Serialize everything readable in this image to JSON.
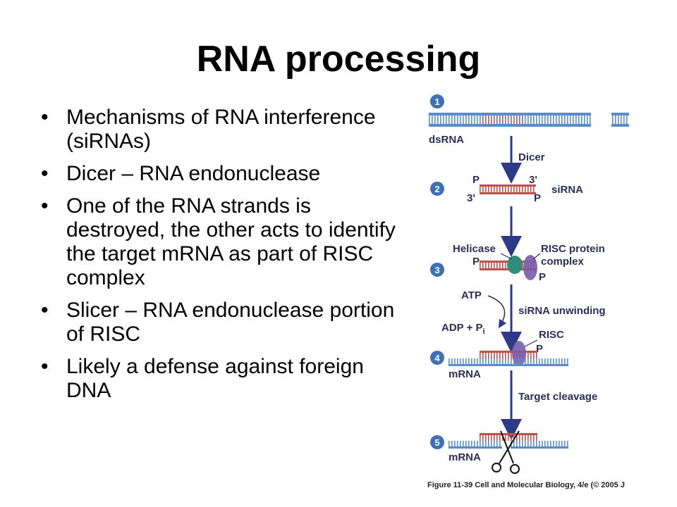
{
  "slide": {
    "title": "RNA processing",
    "bullets": [
      "Mechanisms of RNA interference (siRNAs)",
      "Dicer – RNA endonuclease",
      "One of the RNA strands is destroyed, the other acts to identify the target mRNA as part of RISC complex",
      "Slicer – RNA endonuclease portion of RISC",
      "Likely a defense against foreign DNA"
    ],
    "bullet_glyph": "•"
  },
  "figure": {
    "steps": [
      "1",
      "2",
      "3",
      "4",
      "5"
    ],
    "labels": {
      "dsrna": "dsRNA",
      "dicer": "Dicer",
      "p": "P",
      "three_prime": "3'",
      "sirna": "siRNA",
      "helicase": "Helicase",
      "risc_protein": "RISC protein",
      "complex": "complex",
      "atp": "ATP",
      "adp": "ADP + P",
      "adp_sub": "i",
      "sirna_unwinding": "siRNA unwinding",
      "risc": "RISC",
      "mrna": "mRNA",
      "target_cleavage": "Target cleavage"
    },
    "caption": "Figure 11-39  Cell and Molecular Biology, 4/e (© 2005 J",
    "colors": {
      "strand_blue": "#5a8cc8",
      "strand_red": "#c0504d",
      "arrow": "#2e3a87",
      "step_circle": "#3f6fb5",
      "helicase": "#2f8f7a",
      "risc": "#7a5aa8"
    }
  }
}
